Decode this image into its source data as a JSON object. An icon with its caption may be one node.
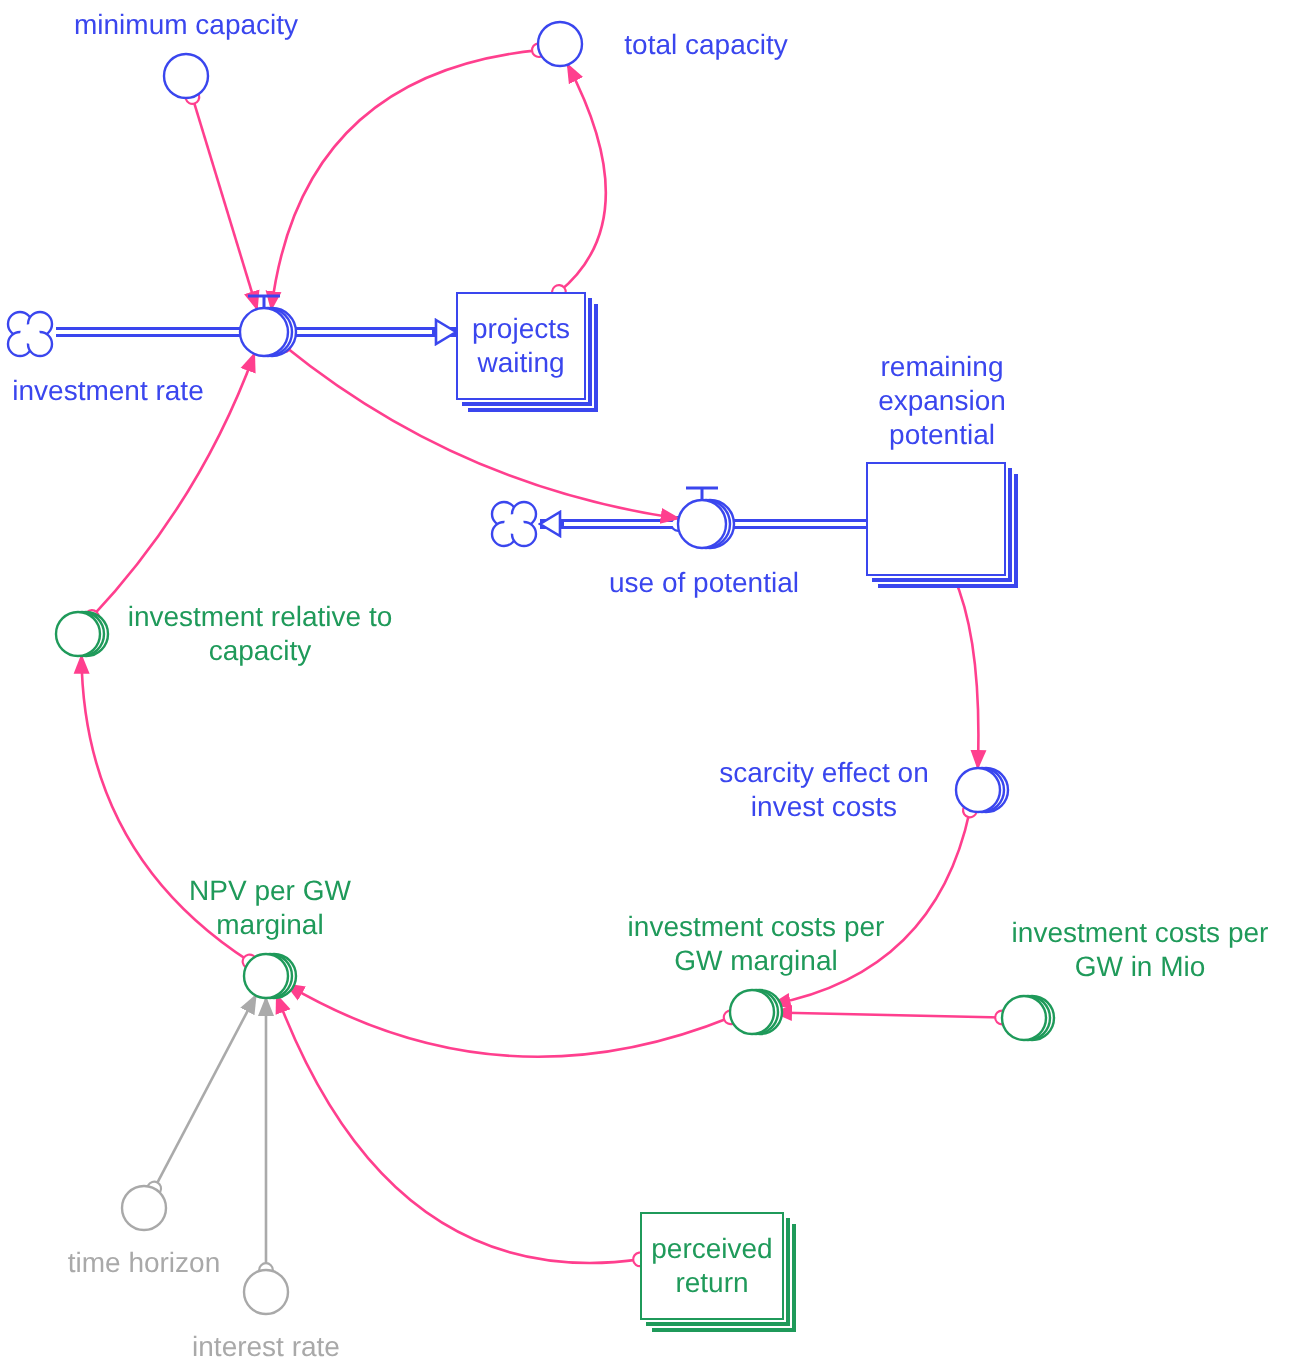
{
  "diagram": {
    "nodes": [
      {
        "text": [
          "minimum capacity"
        ]
      },
      {
        "text": [
          "total capacity"
        ]
      },
      {
        "text": [],
        "shape": "cloud"
      },
      {
        "text": [
          "investment rate"
        ]
      },
      {
        "text": [
          "projects waiting"
        ]
      },
      {
        "text": [
          "remaining expansion potential"
        ]
      },
      {
        "text": [
          "use of potential"
        ]
      },
      {
        "text": [],
        "shape": "cloud"
      },
      {
        "text": [
          "investment relative to capacity"
        ]
      },
      {
        "text": [
          "scarcity effect on invest costs"
        ]
      },
      {
        "text": [
          "NPV per GW marginal"
        ]
      },
      {
        "text": [
          "investment costs per GW marginal"
        ]
      },
      {
        "text": [
          "investment costs per GW in Mio"
        ]
      },
      {
        "text": [
          "time horizon"
        ]
      },
      {
        "text": [
          "interest rate"
        ]
      },
      {
        "text": [
          "perceived return"
        ]
      }
    ],
    "edges": [
      {
        "from": 2,
        "to": 3,
        "arrow": "none",
        "style": "thick",
        "color": "#3a46ee"
      },
      {
        "from": 3,
        "to": 4,
        "arrow": "to",
        "style": "thick",
        "color": "#3a46ee"
      },
      {
        "from": 5,
        "to": 6,
        "arrow": "none",
        "style": "thick",
        "color": "#3a46ee"
      },
      {
        "from": 6,
        "to": 7,
        "arrow": "to",
        "style": "thick",
        "color": "#3a46ee"
      },
      {
        "from": 0,
        "to": 3,
        "arrow": "to"
      },
      {
        "from": 1,
        "to": 3,
        "arrow": "to"
      },
      {
        "from": 4,
        "to": 1,
        "arrow": "to"
      },
      {
        "from": 3,
        "to": 6,
        "arrow": "to"
      },
      {
        "from": 8,
        "to": 3,
        "arrow": "to"
      },
      {
        "from": 10,
        "to": 8,
        "arrow": "to"
      },
      {
        "from": 5,
        "to": 9,
        "arrow": "to"
      },
      {
        "from": 9,
        "to": 11,
        "arrow": "to"
      },
      {
        "from": 12,
        "to": 11,
        "arrow": "to"
      },
      {
        "from": 11,
        "to": 10,
        "arrow": "to"
      },
      {
        "from": 15,
        "to": 10,
        "arrow": "to"
      },
      {
        "from": 13,
        "to": 10,
        "arrow": "to",
        "color": "#aaaaaa"
      },
      {
        "from": 14,
        "to": 10,
        "arrow": "to",
        "color": "#aaaaaa"
      }
    ]
  }
}
